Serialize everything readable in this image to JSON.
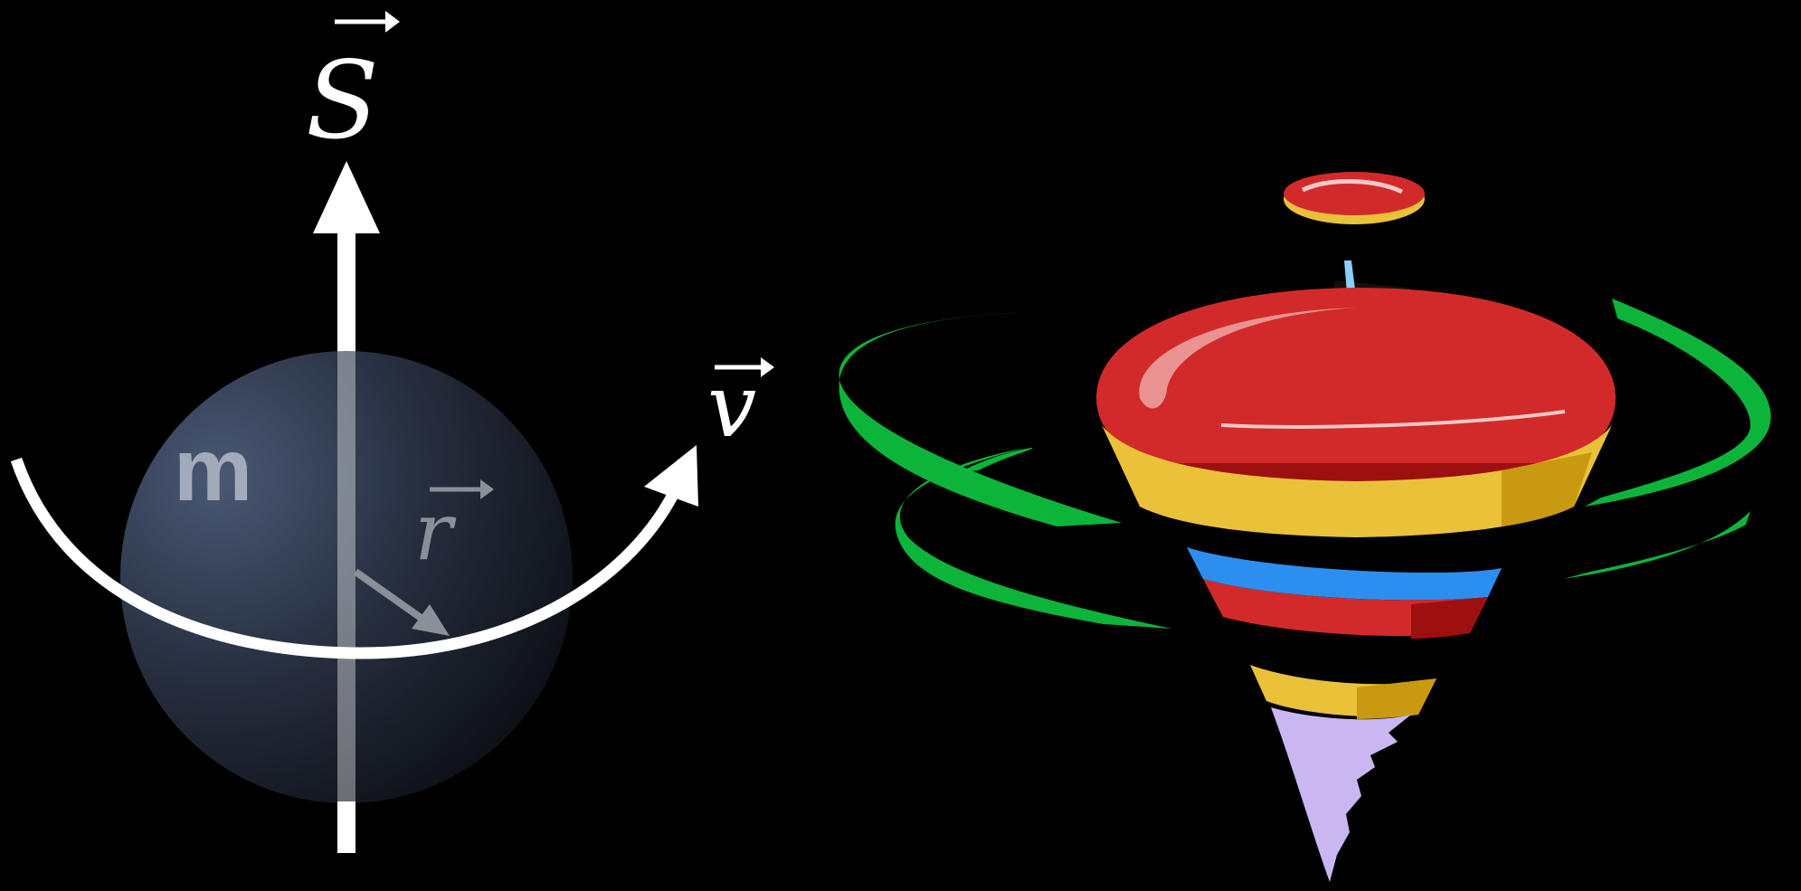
{
  "diagram": {
    "labels": {
      "spin": "S",
      "velocity": "v",
      "radius": "r",
      "mass": "m"
    }
  },
  "colors": {
    "background": "#000000",
    "sphere_light": "#3f4b62",
    "sphere_dark": "#0f1219",
    "arrow": "#ffffff",
    "radius_arrow": "#8a8f98",
    "top_red": "#d22a2a",
    "top_dark_red": "#9e1010",
    "top_yellow": "#e9c23a",
    "top_blue": "#2c8ff0",
    "top_tip": "#c9b7f2",
    "swirl_green": "#0cb43a"
  },
  "icons": [
    "spinning-sphere-icon",
    "spinning-top-icon",
    "motion-swirl-icon"
  ]
}
